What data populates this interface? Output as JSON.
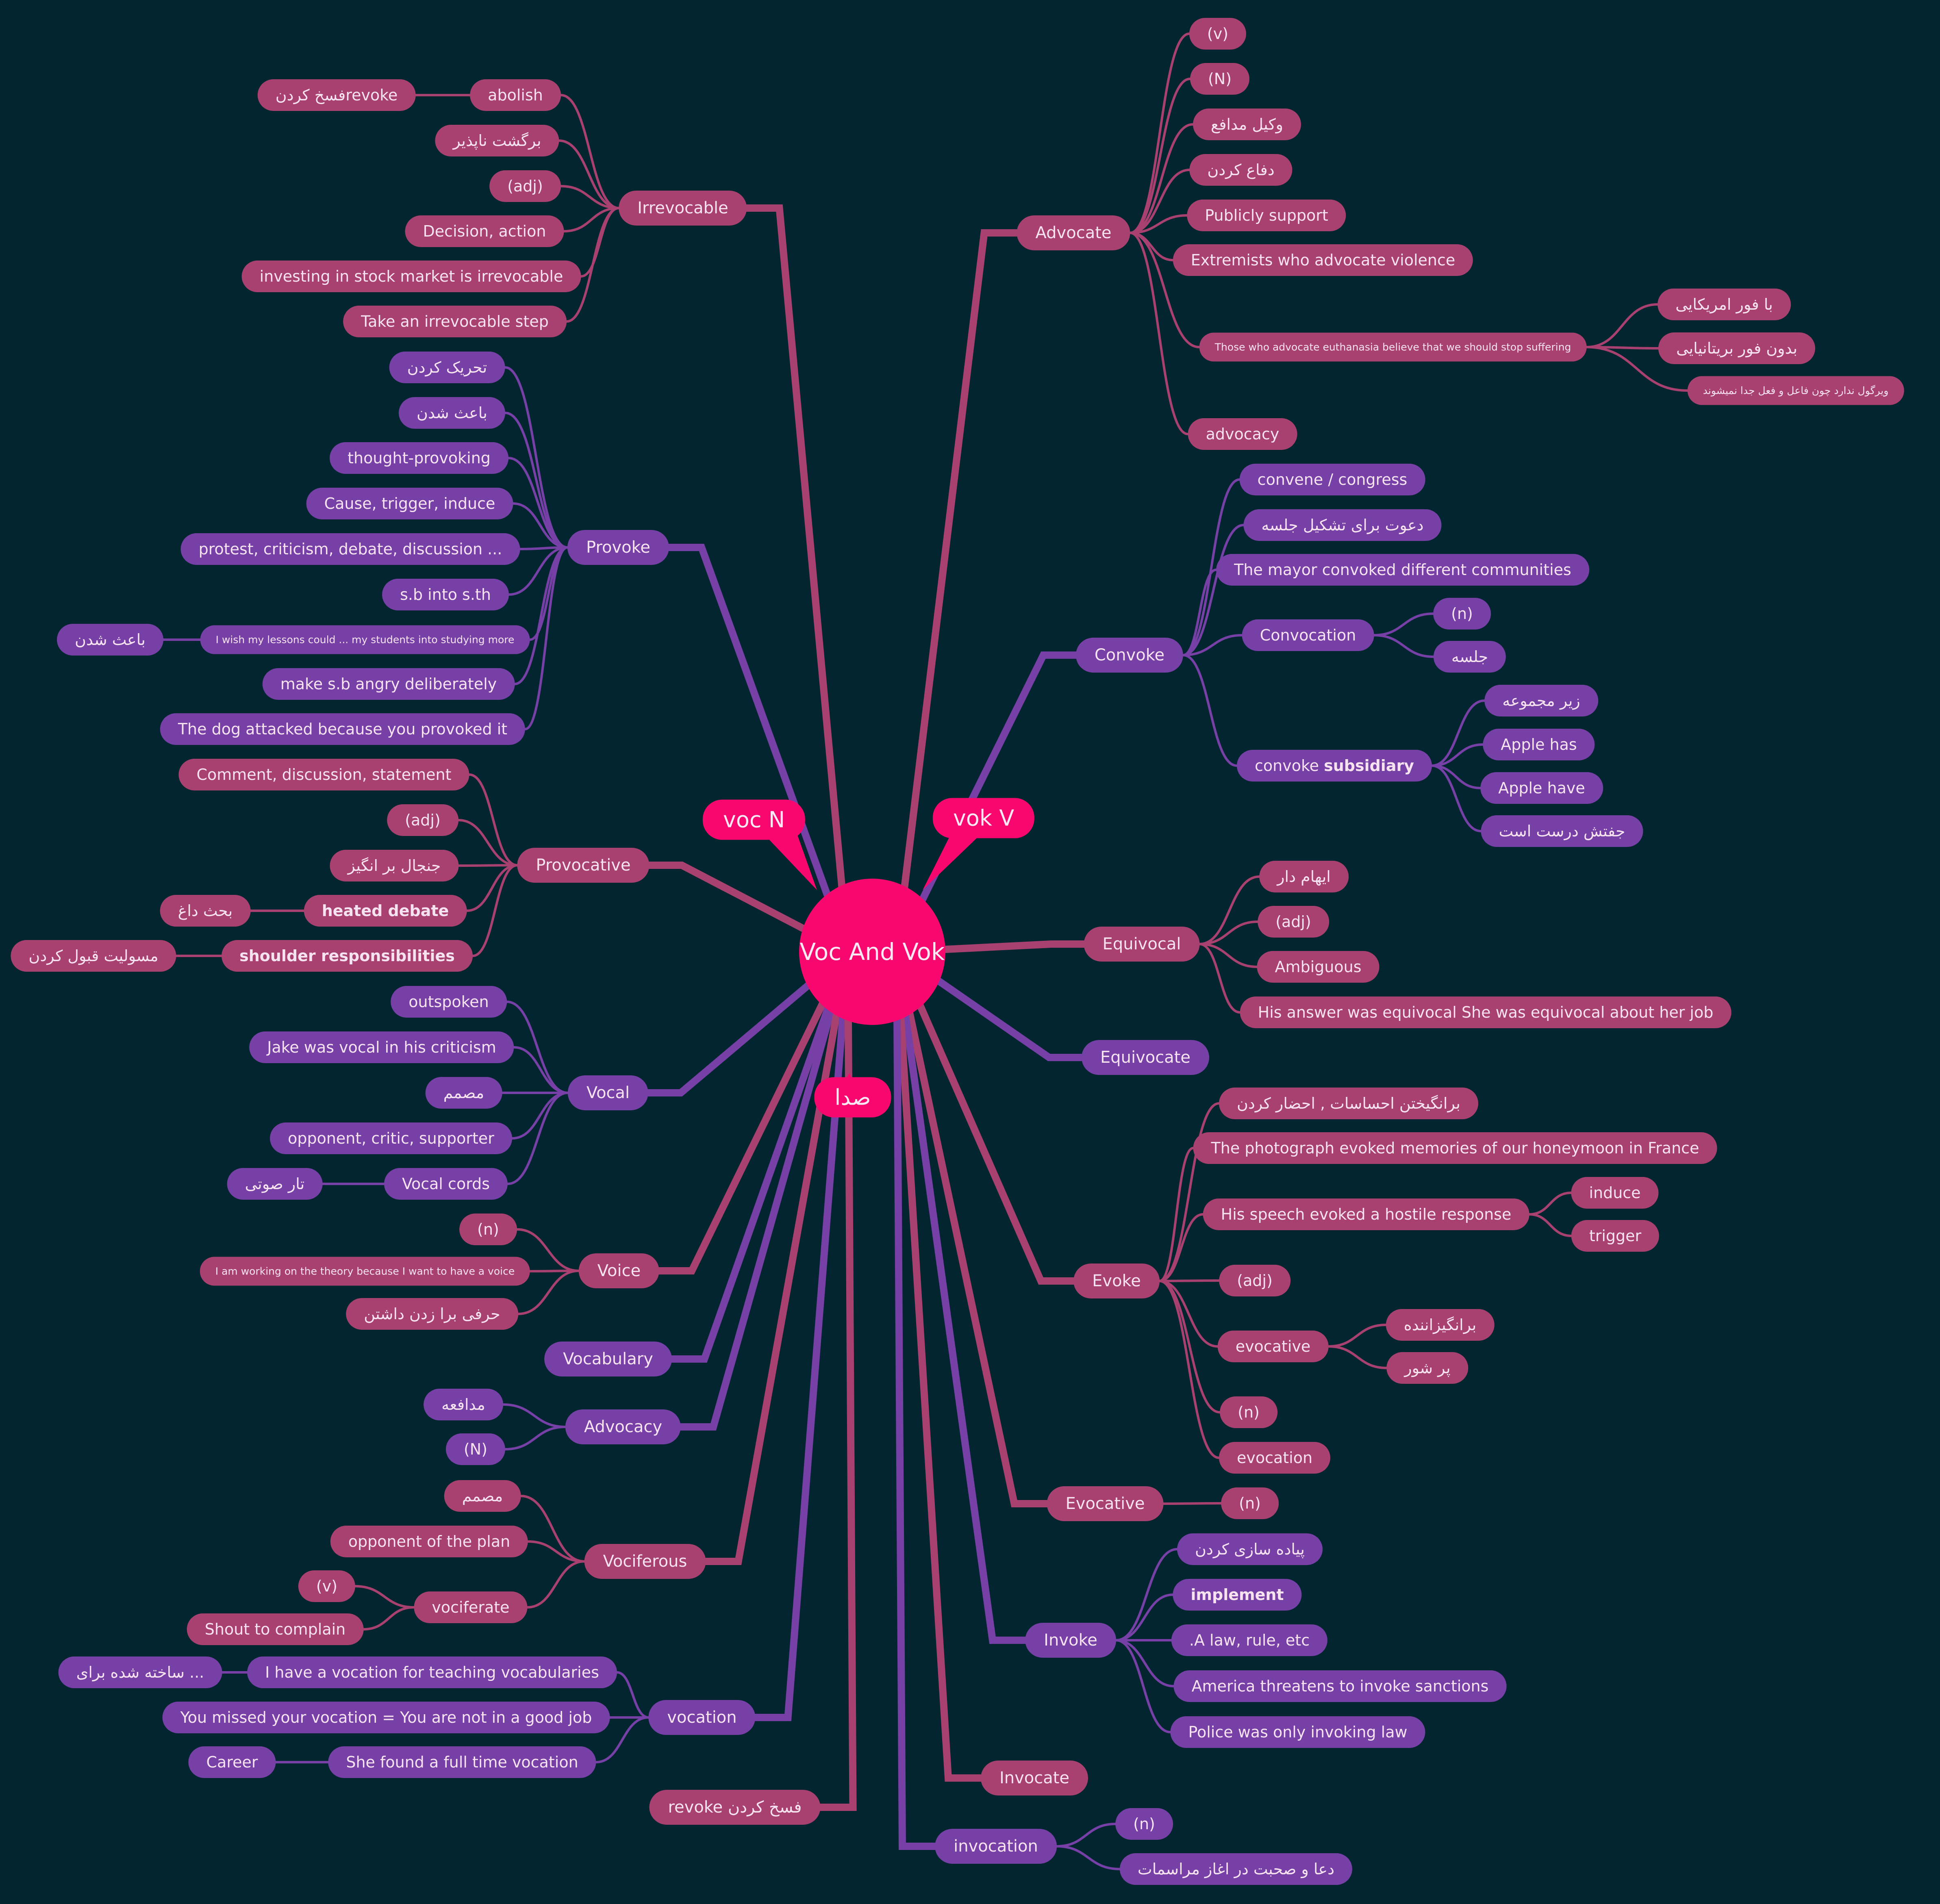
{
  "colors": {
    "background": "#03252f",
    "magenta_branch": "#a8416f",
    "purple_branch": "#7640a6",
    "center": "#f8086e"
  },
  "center": {
    "label": "Voc And Vok"
  },
  "callouts": {
    "voc_n": "voc N",
    "vok_v": "vok V",
    "seda": "صدا"
  },
  "right": {
    "advocate": {
      "label": "Advocate",
      "v": "(v)",
      "n": "(N)",
      "lawyer": "وکیل مدافع",
      "defend": "دفاع کردن",
      "publicly": "Publicly support",
      "extremists": "Extremists who advocate violence",
      "euthanasia": "Those who advocate euthanasia believe that we should stop suffering",
      "us": "با فور امریکایی",
      "uk": "بدون فور بریتانیایی",
      "comma": "ویرگول ندارد چون فاعل و فعل جدا نمیشوند",
      "advocacy": "advocacy"
    },
    "convoke": {
      "label": "Convoke",
      "congress": "convene / congress",
      "invite": "دعوت برای تشکیل جلسه",
      "mayor": "The mayor convoked different communities",
      "convocation": "Convocation",
      "conv_n": "(n)",
      "session": "جلسه",
      "subsidiary_a": "convoke ",
      "subsidiary_b": "subsidiary",
      "subset": "زیر مجموعه",
      "apple_has": "Apple has",
      "apple_have": "Apple have",
      "both_ok": "جفتش درست است"
    },
    "equivocal": {
      "label": "Equivocal",
      "ambiguous_fa": "ایهام دار",
      "adj": "(adj)",
      "ambiguous": "Ambiguous",
      "answer": "His answer was equivocal She was equivocal about her job"
    },
    "equivocate": {
      "label": "Equivocate"
    },
    "evoke": {
      "label": "Evoke",
      "arouse": "برانگیختن احساسات , احضار کردن",
      "photo": "The photograph evoked memories of our honeymoon in France",
      "speech": "His speech evoked a hostile response",
      "induce": "induce",
      "trigger": "trigger",
      "adj": "(adj)",
      "evocative": "evocative",
      "arousing": "برانگیزاننده",
      "passionate": "پر شور",
      "n": "(n)",
      "evocation": "evocation"
    },
    "evocative": {
      "label": "Evocative",
      "n": "(n)"
    },
    "invoke": {
      "label": "Invoke",
      "implement_fa": "پیاده سازی کردن",
      "implement": "implement",
      "law": ".A law, rule, etc",
      "america": "America threatens to invoke sanctions",
      "police": "Police was only invoking law"
    },
    "invocate": {
      "label": "Invocate"
    },
    "invocation": {
      "label": "invocation",
      "n": "(n)",
      "prayer": "دعا و صحبت در  اغاز مراسمات"
    }
  },
  "left": {
    "irrevocable": {
      "label": "Irrevocable",
      "abolish": "abolish",
      "abolish_fa": "فسخ کردنrevoke",
      "irreversible": "برگشت ناپذیر",
      "adj": "(adj)",
      "decision": "Decision, action",
      "investing": "investing in stock market is irrevocable",
      "step": "Take an irrevocable step"
    },
    "provoke": {
      "label": "Provoke",
      "stimulate": "تحریک کردن",
      "cause_fa": "باعث شدن",
      "thought": "thought-provoking",
      "cause": "Cause, trigger, induce",
      "protest": "protest, criticism, debate, discussion ...",
      "sb": "s.b into s.th",
      "lessons": "I wish my lessons could ... my students into studying more",
      "lessons_fa": "باعث شدن",
      "angry": "make s.b angry deliberately",
      "dog": "The dog attacked because you provoked it"
    },
    "provocative": {
      "label": "Provocative",
      "comment": "Comment, discussion, statement",
      "adj": "(adj)",
      "controversial": "جنجال بر انگیز",
      "heated": "heated debate",
      "heated_fa": "بحث داغ",
      "shoulder": "shoulder responsibilities",
      "shoulder_fa": "مسولیت قبول کردن"
    },
    "vocal": {
      "label": "Vocal",
      "outspoken": "outspoken",
      "jake": "Jake was vocal in his criticism",
      "determined": "مصمم",
      "opponent": "opponent, critic, supporter",
      "cords": "Vocal cords",
      "cords_fa": "تار صوتی"
    },
    "voice": {
      "label": "Voice",
      "n": "(n)",
      "theory": "I am working on the theory because I want to have a voice",
      "say": "حرفی برا زدن داشتن"
    },
    "vocabulary": {
      "label": "Vocabulary"
    },
    "advocacy": {
      "label": "Advocacy",
      "defense": "مدافعه",
      "n": "(N)"
    },
    "vociferous": {
      "label": "Vociferous",
      "determined": "مصمم",
      "opponent": "opponent of the plan",
      "vociferate": "vociferate",
      "v": "(v)",
      "shout": "Shout to complain"
    },
    "vocation": {
      "label": "vocation",
      "teaching": "I have a vocation for teaching vocabularies",
      "made_for": "ساخته شده برای ...",
      "missed": "You missed your vocation = You are not in a good job",
      "found": "She found a full time vocation",
      "career": "Career"
    },
    "revoke": {
      "label": "revoke  فسخ کردن"
    }
  }
}
